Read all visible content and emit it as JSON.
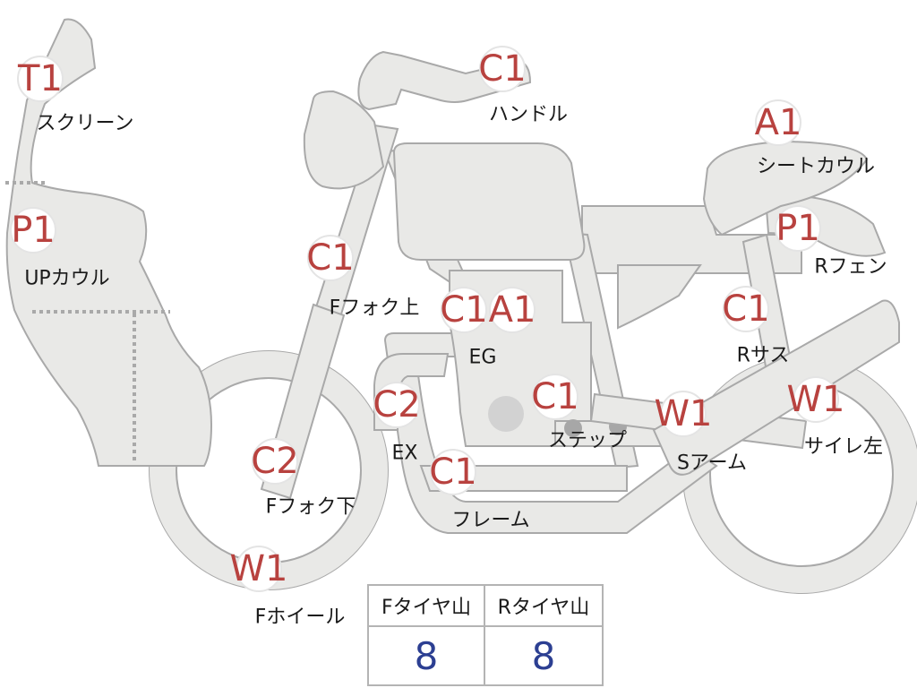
{
  "parts": [
    {
      "id": "screen",
      "code": "T1",
      "name": "スクリーン"
    },
    {
      "id": "up-cowl",
      "code": "P1",
      "name": "UPカウル"
    },
    {
      "id": "handle",
      "code": "C1",
      "name": "ハンドル"
    },
    {
      "id": "seat-cowl",
      "code": "A1",
      "name": "シートカウル"
    },
    {
      "id": "r-fender",
      "code": "P1",
      "name": "Rフェン"
    },
    {
      "id": "f-fork-upper",
      "code": "C1",
      "name": "Fフォク上"
    },
    {
      "id": "eg",
      "codes": [
        "C1",
        "A1"
      ],
      "name": "EG"
    },
    {
      "id": "r-sus",
      "code": "C1",
      "name": "Rサス"
    },
    {
      "id": "ex",
      "code": "C2",
      "name": "EX"
    },
    {
      "id": "step",
      "code": "C1",
      "name": "ステップ"
    },
    {
      "id": "swingarm",
      "code": "W1",
      "name": "Sアーム"
    },
    {
      "id": "silencer-left",
      "code": "W1",
      "name": "サイレ左"
    },
    {
      "id": "f-fork-lower",
      "code": "C2",
      "name": "Fフォク下"
    },
    {
      "id": "frame",
      "code": "C1",
      "name": "フレーム"
    },
    {
      "id": "f-wheel",
      "code": "W1",
      "name": "Fホイール"
    }
  ],
  "tire_table": {
    "headers": [
      "Fタイヤ山",
      "Rタイヤ山"
    ],
    "values": [
      "8",
      "8"
    ]
  },
  "colors": {
    "part_fill": "#e9e9e7",
    "part_outline": "#a9a9a9",
    "code_text": "#b8423f",
    "tire_value_text": "#2c3f92"
  }
}
